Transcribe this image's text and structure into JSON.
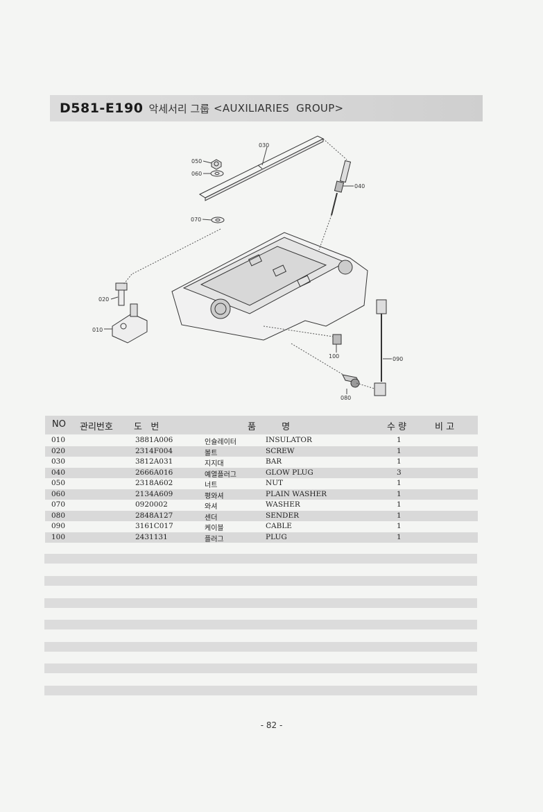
{
  "header": {
    "code": "D581-E190",
    "title_ko": "악세서리 그룹",
    "title_en": "<AUXILIARIES  GROUP>"
  },
  "diagram": {
    "callouts": [
      "010",
      "020",
      "030",
      "040",
      "050",
      "060",
      "070",
      "080",
      "090",
      "100"
    ]
  },
  "table": {
    "headers": {
      "no": "NO",
      "mgmt": "관리번호",
      "drawing": "도   번",
      "name": "품         명",
      "qty": "수 량",
      "remark": "비 고"
    },
    "rows": [
      {
        "no": "010",
        "part": "3881A006",
        "name_ko": "인슐레이터",
        "name_en": "INSULATOR",
        "qty": "1"
      },
      {
        "no": "020",
        "part": "2314F004",
        "name_ko": "볼트",
        "name_en": "SCREW",
        "qty": "1"
      },
      {
        "no": "030",
        "part": "3812A031",
        "name_ko": "지지대",
        "name_en": "BAR",
        "qty": "1"
      },
      {
        "no": "040",
        "part": "2666A016",
        "name_ko": "예열플러그",
        "name_en": "GLOW PLUG",
        "qty": "3"
      },
      {
        "no": "050",
        "part": "2318A602",
        "name_ko": "너트",
        "name_en": "NUT",
        "qty": "1"
      },
      {
        "no": "060",
        "part": "2134A609",
        "name_ko": "평와셔",
        "name_en": "PLAIN WASHER",
        "qty": "1"
      },
      {
        "no": "070",
        "part": "0920002",
        "name_ko": "와셔",
        "name_en": "WASHER",
        "qty": "1"
      },
      {
        "no": "080",
        "part": "2848A127",
        "name_ko": "센더",
        "name_en": "SENDER",
        "qty": "1"
      },
      {
        "no": "090",
        "part": "3161C017",
        "name_ko": "케이블",
        "name_en": "CABLE",
        "qty": "1"
      },
      {
        "no": "100",
        "part": "2431131",
        "name_ko": "플러그",
        "name_en": "PLUG",
        "qty": "1"
      }
    ]
  },
  "footer": {
    "page": "- 82 -"
  }
}
